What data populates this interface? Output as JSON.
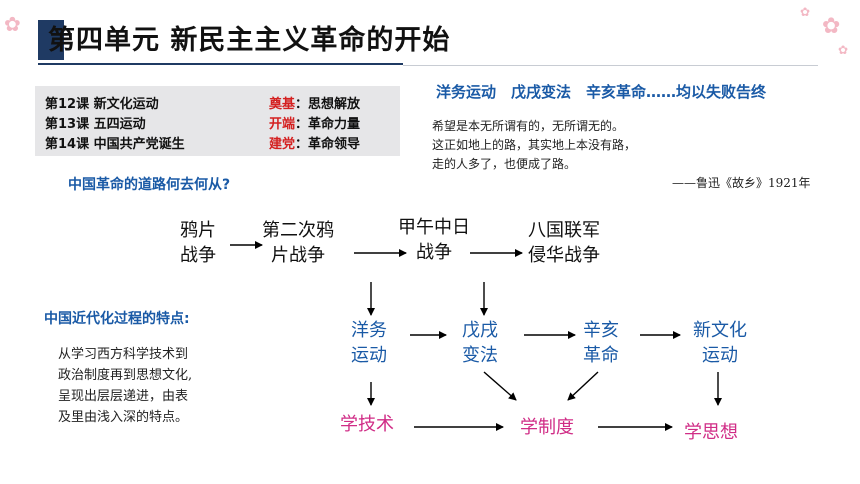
{
  "title": "第四单元 新民主主义革命的开始",
  "lessons": [
    {
      "label": "第12课 新文化运动",
      "tag_key": "奠基",
      "tag_value": "思想解放"
    },
    {
      "label": "第13课 五四运动",
      "tag_key": "开端",
      "tag_value": "革命力量"
    },
    {
      "label": "第14课 中国共产党诞生",
      "tag_key": "建党",
      "tag_value": "革命领导"
    }
  ],
  "failures_heading": "洋务运动　戊戌变法　辛亥革命……均以失败告终",
  "quote": {
    "lines": [
      "希望是本无所谓有的，无所谓无的。",
      "这正如地上的路，其实地上本没有路，",
      "走的人多了，也便成了路。"
    ],
    "source": "——鲁迅《故乡》1921年"
  },
  "question": "中国革命的道路何去何从?",
  "wars": [
    {
      "line1": "鸦片",
      "line2": "战争"
    },
    {
      "line1": "第二次鸦",
      "line2": "片战争"
    },
    {
      "line1": "甲午中日",
      "line2": "战争"
    },
    {
      "line1": "八国联军",
      "line2": "侵华战争"
    }
  ],
  "modernization": [
    {
      "line1": "洋务",
      "line2": "运动"
    },
    {
      "line1": "戊戌",
      "line2": "变法"
    },
    {
      "line1": "辛亥",
      "line2": "革命"
    },
    {
      "line1": "新文化",
      "line2": "运动"
    }
  ],
  "learning": [
    "学技术",
    "学制度",
    "学思想"
  ],
  "features": {
    "title": "中国近代化过程的特点:",
    "lines": [
      "从学习西方科学技术到",
      "政治制度再到思想文化,",
      "呈现出层层递进，由表",
      "及里由浅入深的特点。"
    ]
  },
  "colors": {
    "title_bar": "#1f3a63",
    "lesson_key": "#d42020",
    "blue_text": "#1a5aa6",
    "learn_text": "#d02c86",
    "lesson_box": "#e6e6e8"
  }
}
